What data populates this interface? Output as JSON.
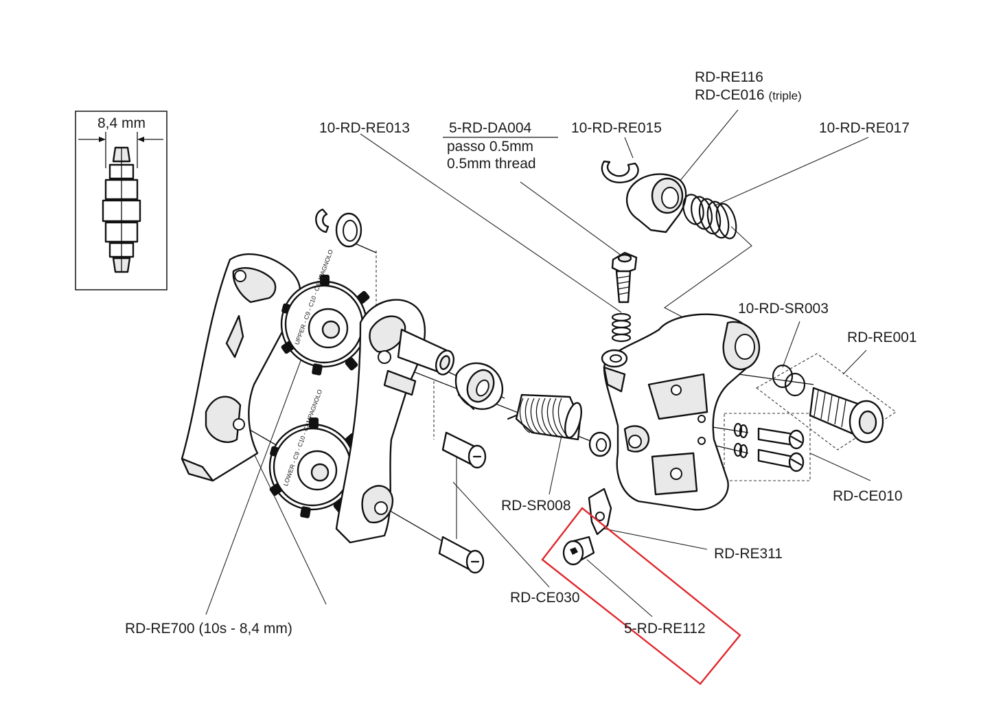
{
  "detail": {
    "dimension": "8,4 mm"
  },
  "labels": {
    "re013": "10-RD-RE013",
    "da004": "5-RD-DA004",
    "da004_note1": "passo 0.5mm",
    "da004_note2": "0.5mm thread",
    "re015": "10-RD-RE015",
    "re116": "RD-RE116",
    "ce016": "RD-CE016",
    "ce016_note": "(triple)",
    "re017": "10-RD-RE017",
    "sr003": "10-RD-SR003",
    "re001": "RD-RE001",
    "ce010": "RD-CE010",
    "sr008": "RD-SR008",
    "re311": "RD-RE311",
    "ce030": "RD-CE030",
    "re112": "5-RD-RE112",
    "re700": "RD-RE700 (10s - 8,4 mm)"
  },
  "pulley_text": {
    "upper": "UPPER - C9 - C10 - CAMPAGNOLO",
    "lower": "LOWER - C9 - C10 - CAMPAGNOLO"
  },
  "highlight_color": "#e0262b"
}
